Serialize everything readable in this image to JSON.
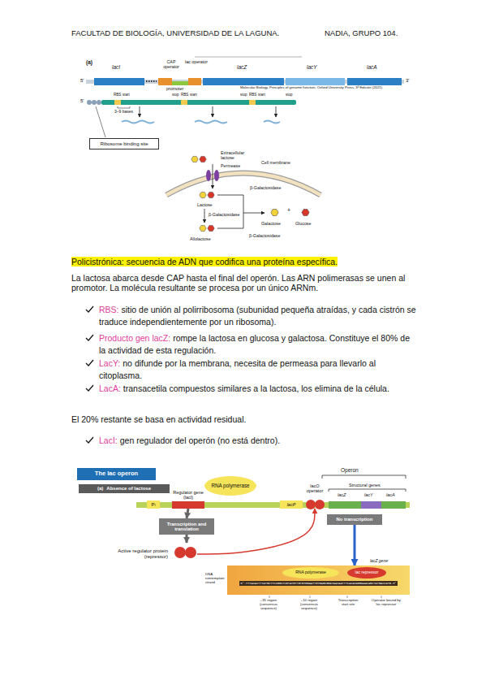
{
  "diagram": {
    "nodes": [
      {
        "text": [
          "Ribosome binding site"
        ]
      },
      {
        "text": [
          "The lac operon"
        ]
      },
      {
        "text": [
          "(a)",
          "Absence of lactose"
        ]
      },
      {
        "text": [
          "RNA polymerase"
        ]
      },
      {
        "text": [
          "P",
          "I"
        ]
      },
      {
        "text": [
          "Regulator gene (lacI)"
        ]
      },
      {
        "text": [
          "lacP"
        ]
      },
      {
        "text": [
          "lacO operator"
        ]
      },
      {
        "text": [
          "Transcription and translation"
        ]
      },
      {
        "text": [
          "No transcription"
        ]
      },
      {
        "text": [
          "Active regulator protein (repressor)"
        ]
      },
      {
        "text": [
          "5'-TTTACACTTTATGCTTCCGGCTCGTATGTTGTGTGGAATTGTGAGCGGATAACAATTTCACACAGGAAACAGCTATGACCATG-3'"
        ]
      },
      {
        "text": [
          "RNA polymerase"
        ],
        "in": 11
      },
      {
        "text": [
          "lac repressor"
        ],
        "in": 11
      }
    ],
    "edges": [
      {
        "from": 5,
        "to": 8,
        "arrow": "to"
      },
      {
        "from": 8,
        "to": 10,
        "arrow": "to"
      },
      {
        "from": 10,
        "to": 7,
        "arrow": "to"
      },
      {
        "from": 9,
        "to": 11,
        "arrow": "to"
      }
    ],
    "labels": [
      "FACULTAD DE BIOLOGÍA, UNIVERSIDAD DE LA LAGUNA.",
      "NADIA, GRUPO 104.",
      "(a)",
      "lacI",
      "CAP operator",
      "lac operator",
      "lacZ",
      "lacY",
      "lacA",
      "5'",
      "3'",
      "promoter",
      "Molecular Biology, Principles of genome function, Oxford University Press, 3ª Edición (2021)",
      "5'",
      "RBS",
      "start",
      "stop",
      "RBS",
      "start",
      "stop",
      "RBS",
      "start",
      "stop",
      "3–9 bases",
      "Extracellular lactose",
      "Permease",
      "Cell membrane",
      "β-Galactosidase",
      "Lactose",
      "β-Galactosidase",
      "Galactose",
      "+",
      "Glucose",
      "Allolactose",
      "β-Galactosidase",
      "Policistrónica: secuencia de ADN que codifica una proteína específica.",
      "La lactosa abarca desde CAP hasta el final del operón. Las ARN polimerasas se unen al promotor. La molécula resultante se procesa por un único ARNm.",
      "RBS:",
      "sitio de unión al polirribosoma (subunidad pequeña atraídas, y cada cistrón se traduce independientemente por un ribosoma).",
      "Producto gen lacZ:",
      "rompe la lactosa en glucosa y galactosa. Constituye el 80% de la actividad de esta regulación.",
      "LacY:",
      "no difunde por la membrana, necesita de permeasa para llevarlo al citoplasma.",
      "LacA:",
      "transacetila compuestos similares a la lactosa, los elimina de la célula.",
      "El 20% restante se basa en actividad residual.",
      "LacI:",
      "gen regulador del operón (no está dentro).",
      "Operon",
      "Structural genes",
      "lacZ",
      "lacY",
      "lacA",
      "lacZ gene",
      "DNA nontemplate strand",
      "–35 region (consensus sequence)",
      "–10 region (consensus sequence)",
      "Transcription start site",
      "Operator bound by lac repressor"
    ]
  }
}
